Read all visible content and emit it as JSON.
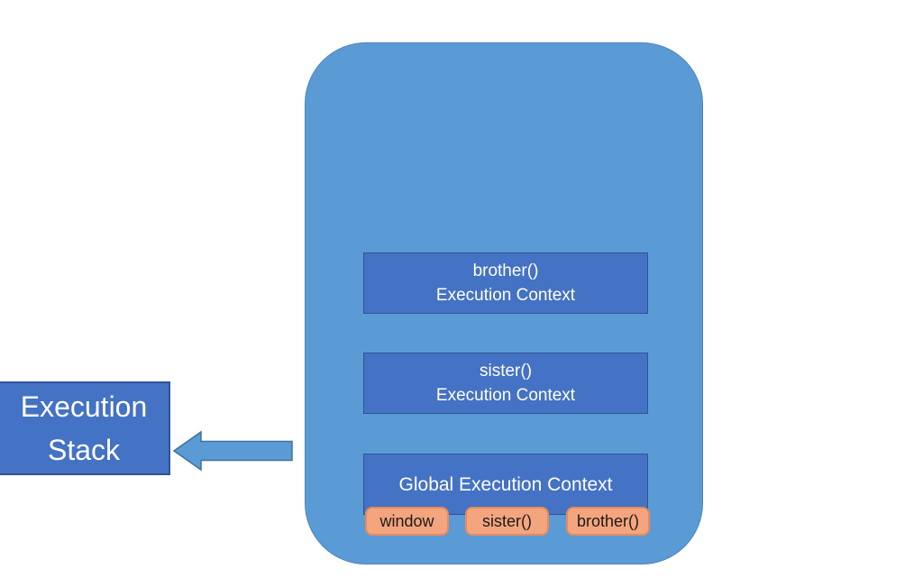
{
  "stack_label": {
    "line1": "Execution",
    "line2": "Stack"
  },
  "execution_contexts": {
    "brother": {
      "name": "brother()",
      "subtitle": "Execution Context"
    },
    "sister": {
      "name": "sister()",
      "subtitle": "Execution Context"
    },
    "global": {
      "title": "Global Execution Context"
    }
  },
  "global_items": [
    "window",
    "sister()",
    "brother()"
  ],
  "icons": {
    "arrow": "left-block-arrow"
  },
  "colors": {
    "canvas_bg": "#ffffff",
    "container_fill": "#5B9BD5",
    "container_border": "#4A84C0",
    "context_fill": "#4472C4",
    "context_border": "#2F5597",
    "context_text": "#ffffff",
    "stack_label_fill": "#4472C4",
    "stack_label_border": "#2F5597",
    "stack_label_text": "#ffffff",
    "arrow_fill": "#5B9BD5",
    "arrow_border": "#41719C",
    "item_fill": "#F5A57E",
    "item_border": "#E58B5B",
    "item_text": "#1b1b1b"
  }
}
